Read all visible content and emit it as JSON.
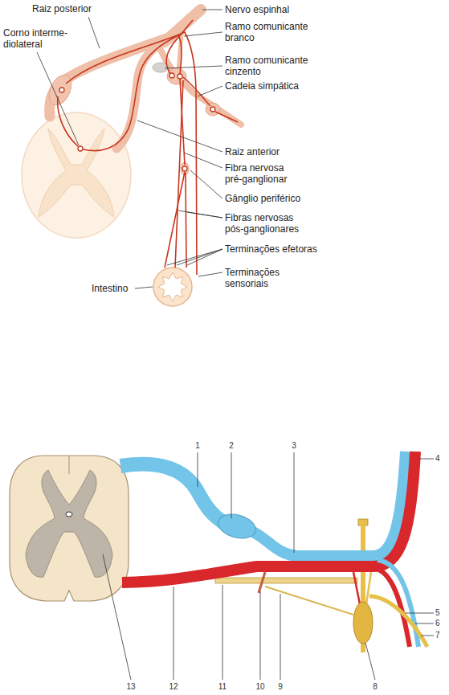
{
  "diagram": {
    "labels": [
      "Raiz posterior",
      "Corno interme- diolateral",
      "Nervo espinhal",
      "Ramo comunicante branco",
      "Ramo comunicante cinzento",
      "Cadeia simpática",
      "Raiz anterior",
      "Fibra nervosa pré-ganglionar",
      "Gânglio periférico",
      "Fibras nervosas pós-ganglionares",
      "Terminações efetoras",
      "Terminações sensoriais",
      "Intestino",
      "1",
      "2",
      "3",
      "4",
      "5",
      "6",
      "7",
      "8",
      "9",
      "10",
      "11",
      "12",
      "13"
    ]
  }
}
